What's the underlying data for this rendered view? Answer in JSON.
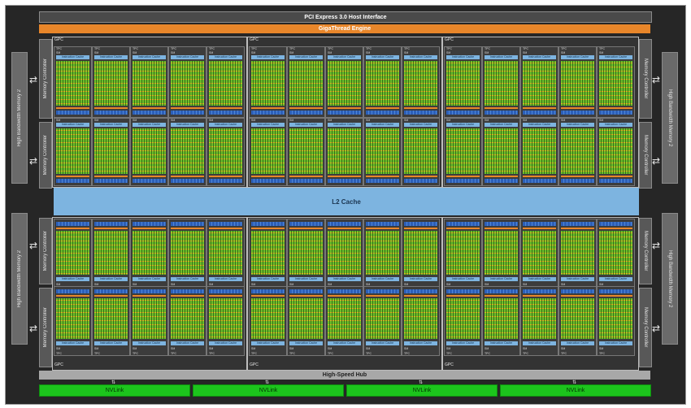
{
  "top": {
    "host_interface": "PCI Express 3.0 Host Interface",
    "engine": "GigaThread Engine"
  },
  "l2_cache": "L2 Cache",
  "hub": "High-Speed Hub",
  "nvlinks": [
    "NVLink",
    "NVLink",
    "NVLink",
    "NVLink"
  ],
  "memory_controller": "Memory Controller",
  "hbm2": "High Bandwidth Memory 2",
  "gpc_label": "GPC",
  "tpc_label": "TPC",
  "sm_label": "SM",
  "instruction_cache": "Instruction Cache",
  "colors": {
    "engine": "#e8862a",
    "l2": "#7db4e0",
    "nvlink": "#1cc41c",
    "core": "#6cbf2a",
    "load_store": "#2c5fb8"
  }
}
